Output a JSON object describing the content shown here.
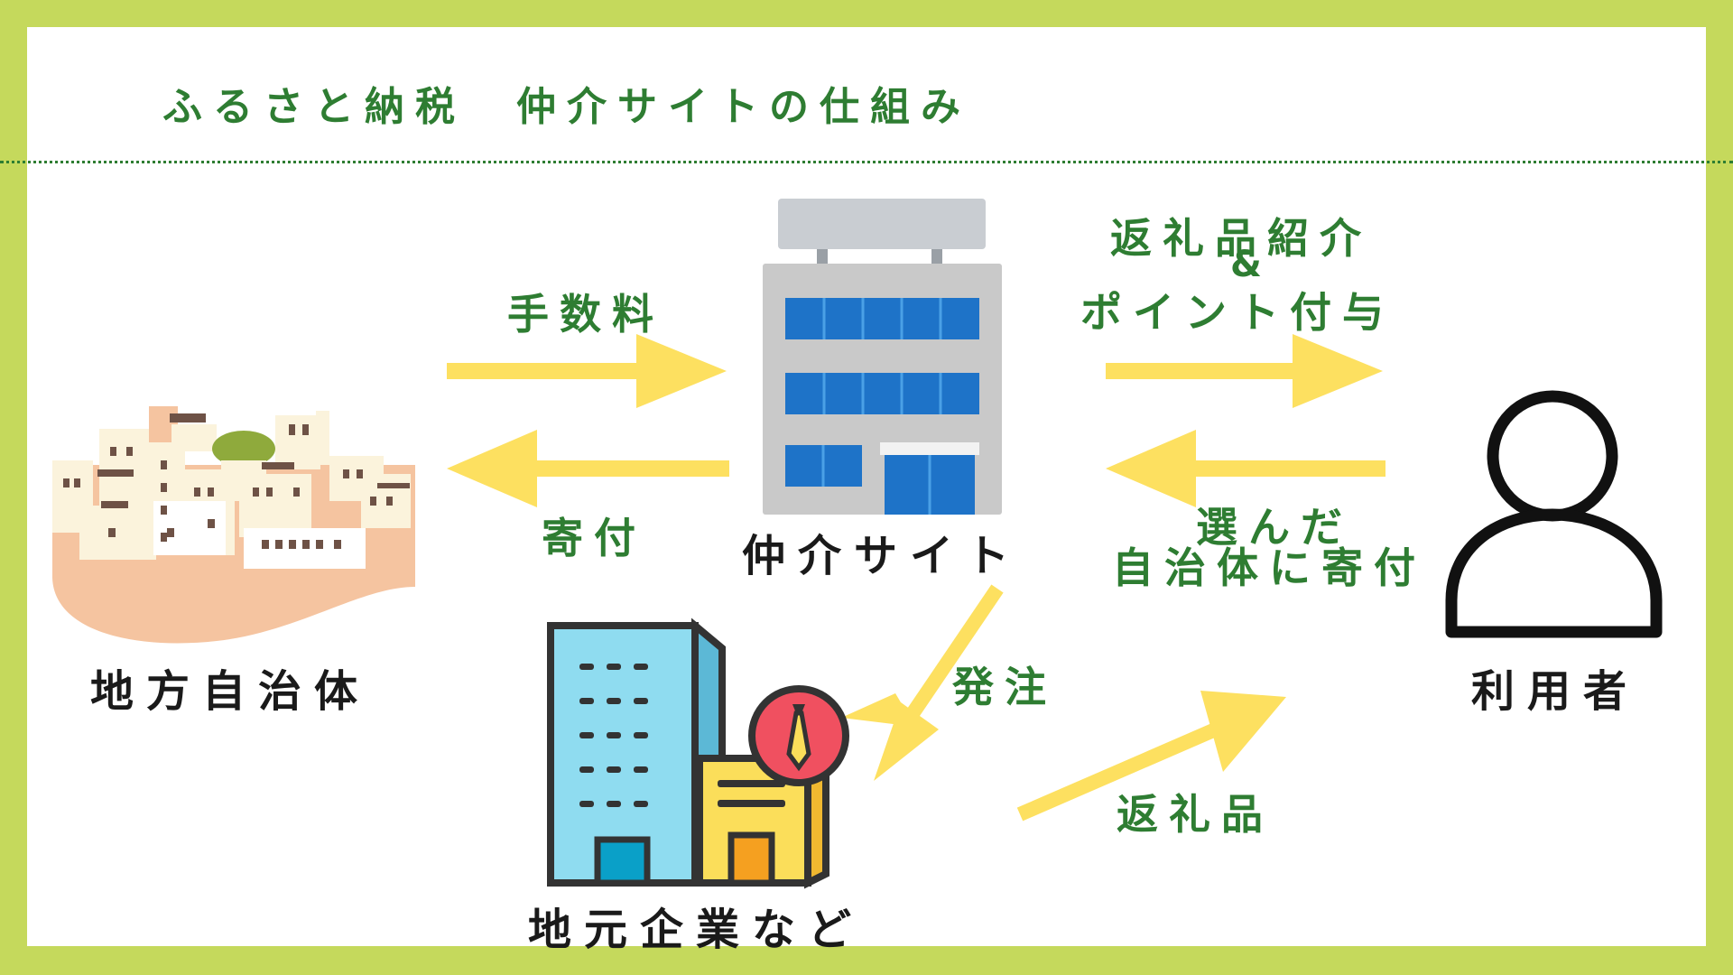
{
  "title": "ふるさと納税　仲介サイトの仕組み",
  "nodes": {
    "municipality": "地方自治体",
    "site": "仲介サイト",
    "user": "利用者",
    "business": "地元企業など"
  },
  "edges": {
    "fee": "手数料",
    "donation": "寄付",
    "intro_line1": "返礼品紹介",
    "intro_line2": "&",
    "intro_line3": "ポイント付与",
    "choose_line1": "選んだ",
    "choose_line2": "自治体に寄付",
    "order": "発注",
    "gift": "返礼品"
  },
  "colors": {
    "frame": "#c5d95c",
    "label_green": "#2e7d32",
    "arrow_yellow": "#fde060"
  }
}
